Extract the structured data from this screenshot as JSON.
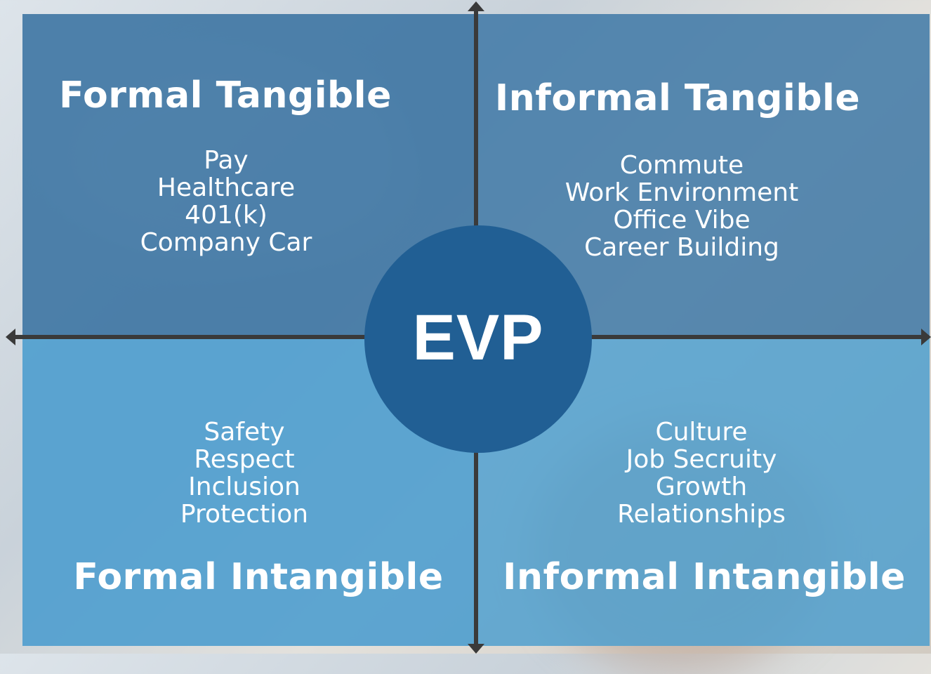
{
  "center": {
    "label": "EVP"
  },
  "quadrants": {
    "top_left": {
      "title": "Formal Tangible",
      "items": [
        "Pay",
        "Healthcare",
        "401(k)",
        "Company Car"
      ]
    },
    "top_right": {
      "title": "Informal Tangible",
      "items": [
        "Commute",
        "Work Environment",
        "Office Vibe",
        "Career Building"
      ]
    },
    "bottom_left": {
      "title": "Formal Intangible",
      "items": [
        "Safety",
        "Respect",
        "Inclusion",
        "Protection"
      ]
    },
    "bottom_right": {
      "title": "Informal Intangible",
      "items": [
        "Culture",
        "Job Secruity",
        "Growth",
        "Relationships"
      ]
    }
  },
  "colors": {
    "top_quadrants": "#3670a0",
    "bottom_quadrants": "#4a9cce",
    "center_circle": "#215f94",
    "axis": "#3a3a3a",
    "text": "#ffffff"
  }
}
